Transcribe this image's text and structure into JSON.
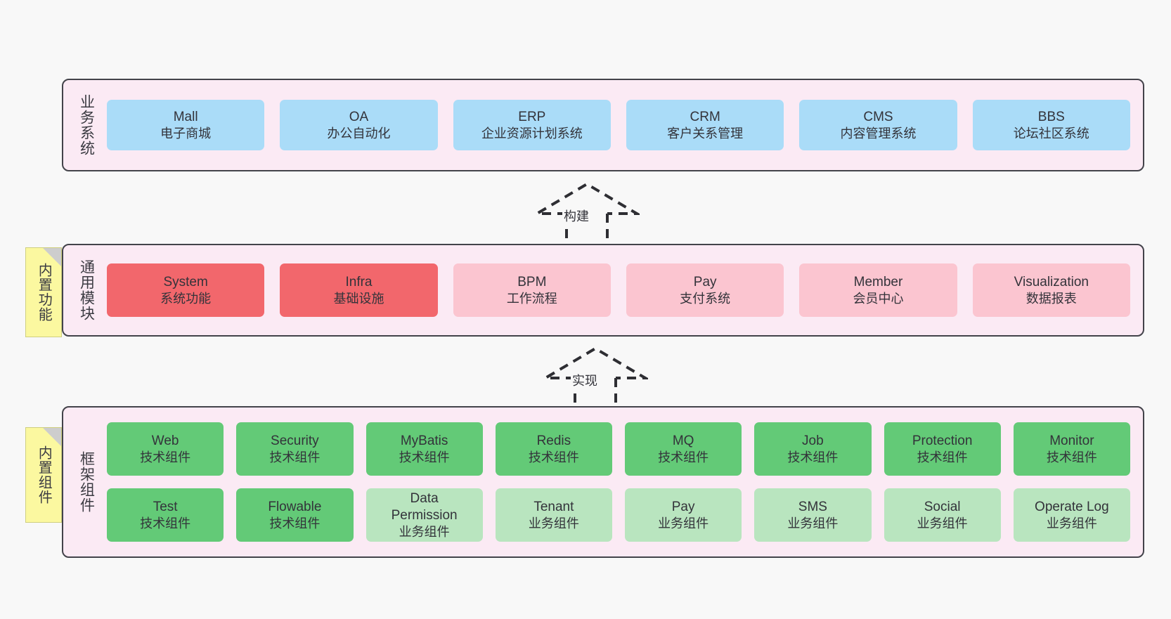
{
  "diagram": {
    "background_color": "#f8f8f8",
    "layer_fill": "#fbeaf4",
    "layer_border": "#43434a",
    "palette": {
      "blue": "#aadcf8",
      "red": "#f2676c",
      "pink": "#fbc5d0",
      "green": "#63ca77",
      "light_green": "#b9e5bf",
      "sticky_yellow": "#fbf8a0",
      "sticky_fold": "#cdcdcd"
    }
  },
  "layers": [
    {
      "id": "business-systems",
      "title": "业务系统",
      "rows": [
        [
          {
            "title": "Mall",
            "sub": "电子商城",
            "color": "blue"
          },
          {
            "title": "OA",
            "sub": "办公自动化",
            "color": "blue"
          },
          {
            "title": "ERP",
            "sub": "企业资源计划系统",
            "color": "blue"
          },
          {
            "title": "CRM",
            "sub": "客户关系管理",
            "color": "blue"
          },
          {
            "title": "CMS",
            "sub": "内容管理系统",
            "color": "blue"
          },
          {
            "title": "BBS",
            "sub": "论坛社区系统",
            "color": "blue"
          }
        ]
      ]
    },
    {
      "id": "common-modules",
      "title": "通用模块",
      "sticky": "内置功能",
      "rows": [
        [
          {
            "title": "System",
            "sub": "系统功能",
            "color": "red"
          },
          {
            "title": "Infra",
            "sub": "基础设施",
            "color": "red"
          },
          {
            "title": "BPM",
            "sub": "工作流程",
            "color": "pink"
          },
          {
            "title": "Pay",
            "sub": "支付系统",
            "color": "pink"
          },
          {
            "title": "Member",
            "sub": "会员中心",
            "color": "pink"
          },
          {
            "title": "Visualization",
            "sub": "数据报表",
            "color": "pink"
          }
        ]
      ]
    },
    {
      "id": "framework-components",
      "title": "框架组件",
      "sticky": "内置组件",
      "rows": [
        [
          {
            "title": "Web",
            "sub": "技术组件",
            "color": "green"
          },
          {
            "title": "Security",
            "sub": "技术组件",
            "color": "green"
          },
          {
            "title": "MyBatis",
            "sub": "技术组件",
            "color": "green"
          },
          {
            "title": "Redis",
            "sub": "技术组件",
            "color": "green"
          },
          {
            "title": "MQ",
            "sub": "技术组件",
            "color": "green"
          },
          {
            "title": "Job",
            "sub": "技术组件",
            "color": "green"
          },
          {
            "title": "Protection",
            "sub": "技术组件",
            "color": "green"
          },
          {
            "title": "Monitor",
            "sub": "技术组件",
            "color": "green"
          }
        ],
        [
          {
            "title": "Test",
            "sub": "技术组件",
            "color": "green"
          },
          {
            "title": "Flowable",
            "sub": "技术组件",
            "color": "green"
          },
          {
            "title": "Data Permission",
            "sub": "业务组件",
            "color": "light_green"
          },
          {
            "title": "Tenant",
            "sub": "业务组件",
            "color": "light_green"
          },
          {
            "title": "Pay",
            "sub": "业务组件",
            "color": "light_green"
          },
          {
            "title": "SMS",
            "sub": "业务组件",
            "color": "light_green"
          },
          {
            "title": "Social",
            "sub": "业务组件",
            "color": "light_green"
          },
          {
            "title": "Operate Log",
            "sub": "业务组件",
            "color": "light_green"
          }
        ]
      ]
    }
  ],
  "connectors": [
    {
      "id": "build",
      "label": "构建"
    },
    {
      "id": "implement",
      "label": "实现"
    }
  ]
}
